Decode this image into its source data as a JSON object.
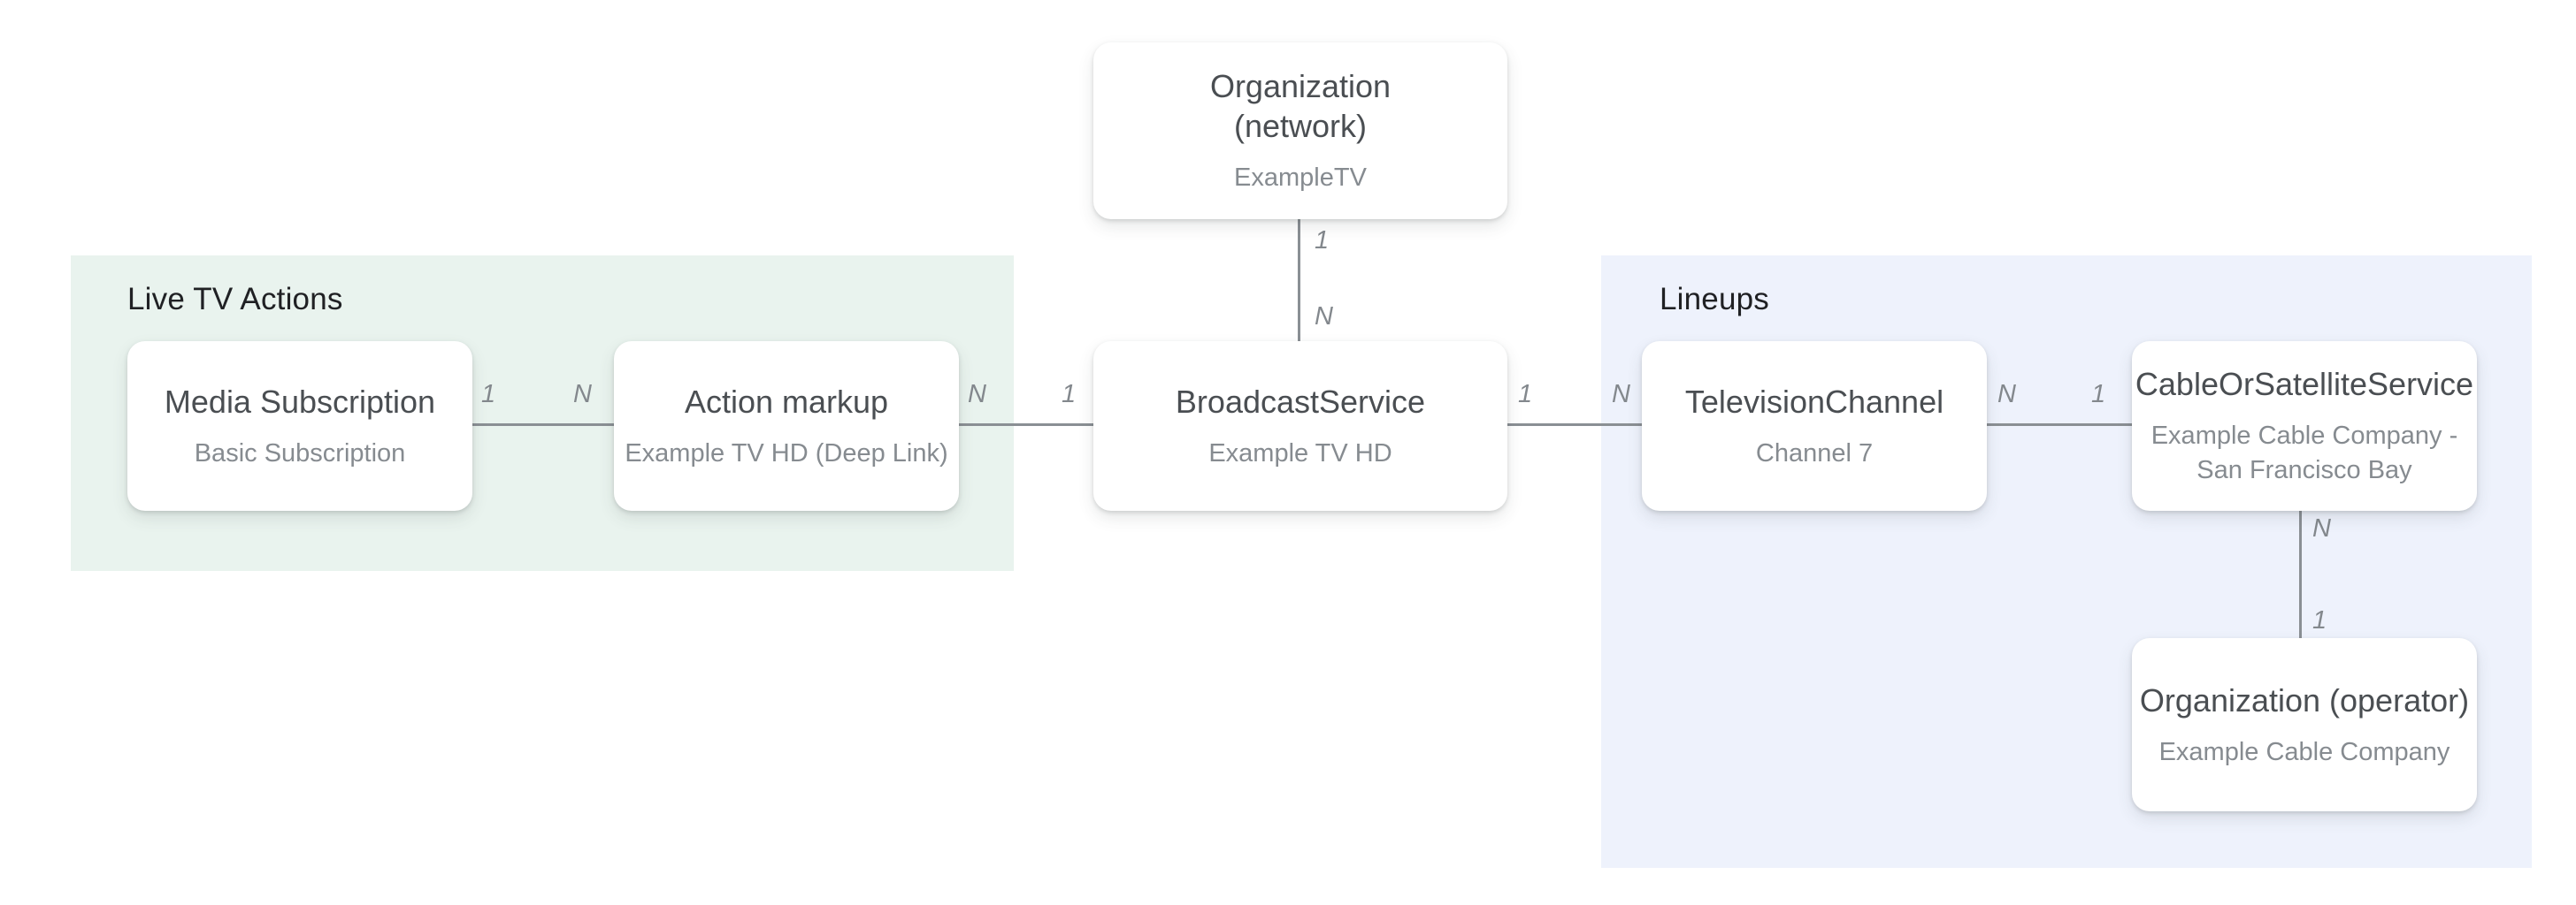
{
  "diagram": {
    "groups": {
      "live_tv_actions": {
        "label": "Live TV Actions"
      },
      "lineups": {
        "label": "Lineups"
      }
    },
    "nodes": {
      "organization_network": {
        "title": "Organization\n(network)",
        "subtitle": "ExampleTV"
      },
      "media_subscription": {
        "title": "Media Subscription",
        "subtitle": "Basic Subscription"
      },
      "action_markup": {
        "title": "Action markup",
        "subtitle": "Example TV HD (Deep Link)"
      },
      "broadcast_service": {
        "title": "BroadcastService",
        "subtitle": "Example TV HD"
      },
      "television_channel": {
        "title": "TelevisionChannel",
        "subtitle": "Channel 7"
      },
      "cable_or_satellite_service": {
        "title": "CableOrSatelliteService",
        "subtitle": "Example Cable Company -\nSan Francisco Bay"
      },
      "organization_operator": {
        "title": "Organization (operator)",
        "subtitle": "Example Cable Company"
      }
    },
    "edges": {
      "media_to_action": {
        "from_label": "1",
        "to_label": "N"
      },
      "action_to_broadcast": {
        "from_label": "N",
        "to_label": "1"
      },
      "network_to_broadcast": {
        "from_label": "1",
        "to_label": "N"
      },
      "broadcast_to_channel": {
        "from_label": "1",
        "to_label": "N"
      },
      "channel_to_cable": {
        "from_label": "N",
        "to_label": "1"
      },
      "cable_to_operator": {
        "from_label": "N",
        "to_label": "1"
      }
    },
    "colors": {
      "page_background": "#ffffff",
      "live_tv_actions_background": "#e9f3ee",
      "lineups_background": "#eef2fc",
      "node_background": "#ffffff",
      "node_title_text": "#4a4e52",
      "node_subtitle_text": "#868b90",
      "group_header_text": "#202124",
      "edge_line": "#8a8f94",
      "edge_label_text": "#83888d"
    }
  }
}
